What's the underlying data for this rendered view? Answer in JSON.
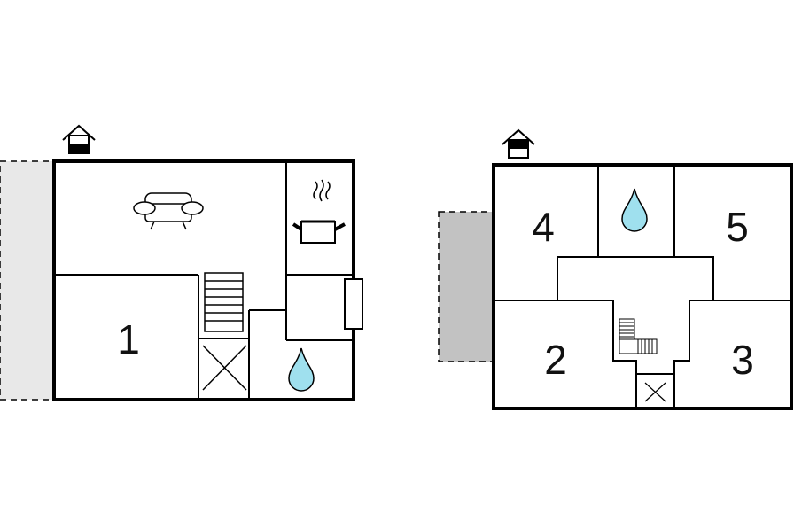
{
  "colors": {
    "wall": "#000000",
    "water_drop": "#9fe0ee",
    "terrace_light": "#e8e8e8",
    "terrace_dark": "#c2c2c2"
  },
  "floors": [
    {
      "id": "ground-floor",
      "icons": [
        "entrance-house-icon",
        "sofa-icon",
        "cooking-pot-icon",
        "stairs-icon",
        "closet-cross-icon",
        "water-drop-icon"
      ],
      "rooms": [
        {
          "number": "1"
        }
      ]
    },
    {
      "id": "upper-floor",
      "icons": [
        "entrance-house-icon",
        "water-drop-icon",
        "stairs-icon",
        "closet-cross-icon"
      ],
      "rooms": [
        {
          "number": "4"
        },
        {
          "number": "5"
        },
        {
          "number": "2"
        },
        {
          "number": "3"
        }
      ]
    }
  ]
}
